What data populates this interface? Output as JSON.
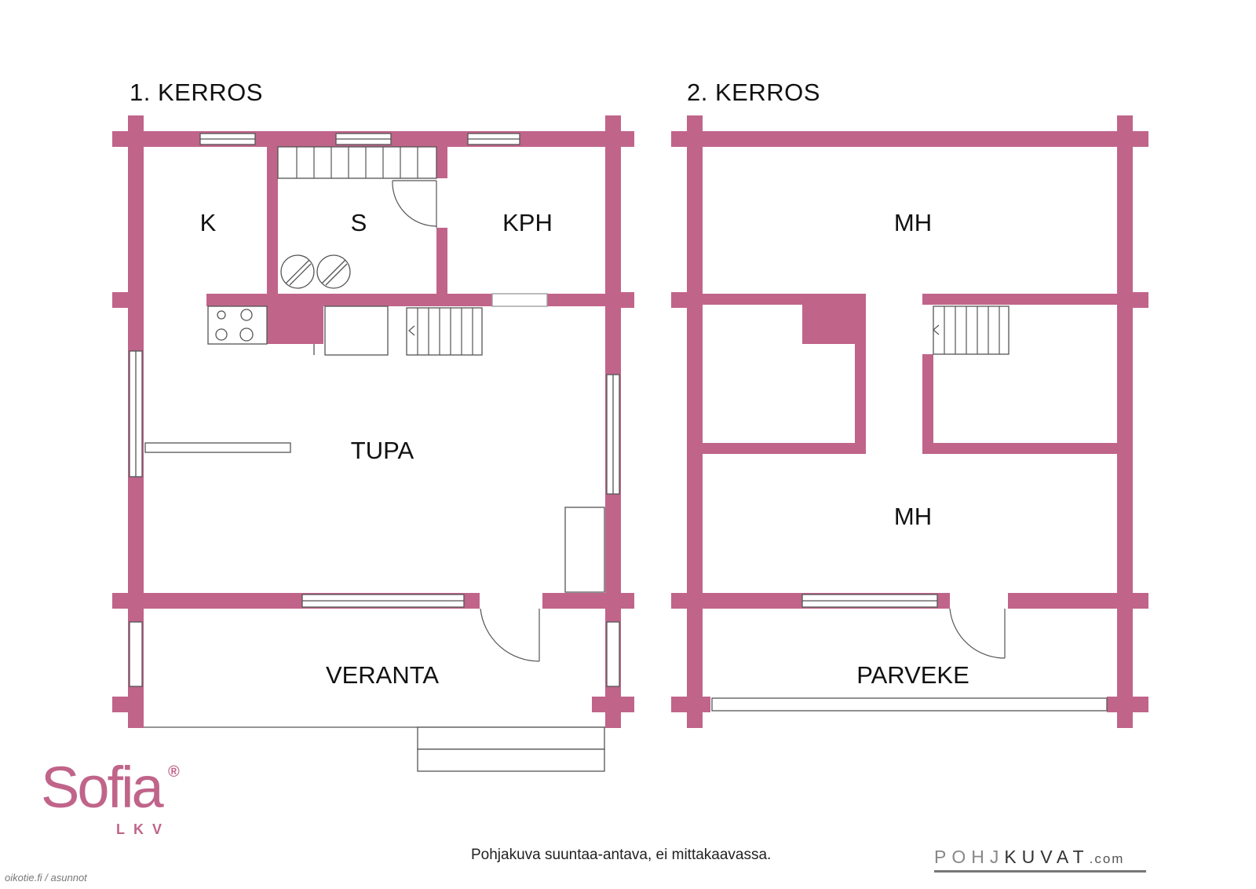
{
  "floors": {
    "first": {
      "title": "1. KERROS"
    },
    "second": {
      "title": "2. KERROS"
    }
  },
  "rooms": {
    "k": "K",
    "s": "S",
    "kph": "KPH",
    "tupa": "TUPA",
    "veranta": "VERANTA",
    "mh_upper": "MH",
    "mh_lower": "MH",
    "parveke": "PARVEKE"
  },
  "logo": {
    "name": "Sofia",
    "registered": "®",
    "sub": "LKV"
  },
  "footer": {
    "disclaimer": "Pohjakuva suuntaa-antava, ei mittakaavassa.",
    "brand_prefix": "POHJ",
    "brand_main": "KUVAT",
    "brand_suffix": ".com",
    "watermark": "oikotie.fi / asunnot"
  },
  "colors": {
    "wall": "#c0648a",
    "line": "#555555",
    "text": "#111111"
  }
}
